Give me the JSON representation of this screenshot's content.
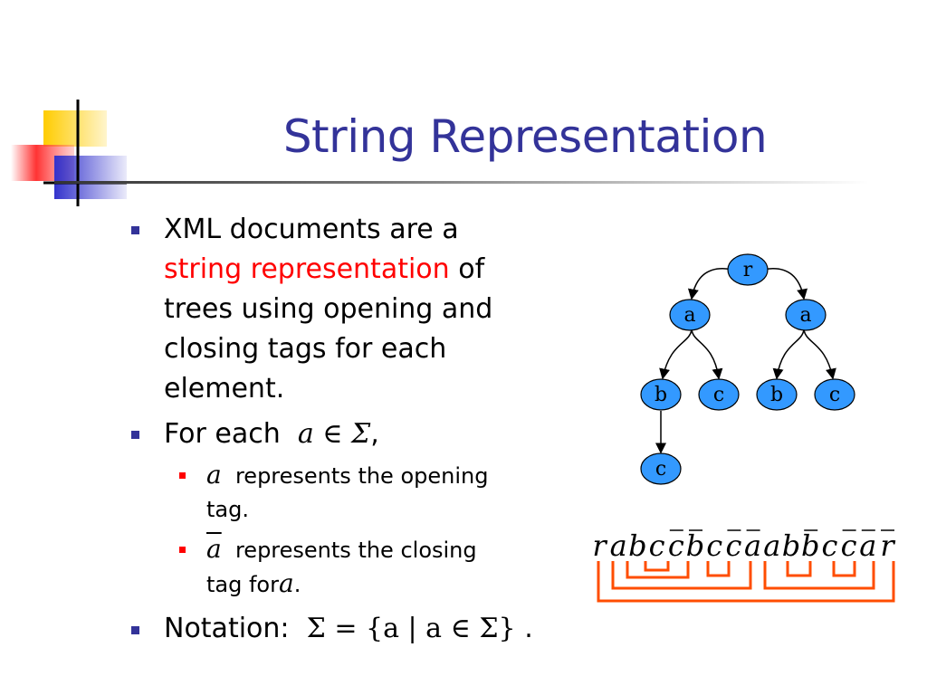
{
  "title": "String Representation",
  "bullets": {
    "b1_line1": "XML documents are a",
    "b1_red": "string representation",
    "b1_after": " of",
    "b1_line3": "trees using opening and",
    "b1_line4": "closing tags for each",
    "b1_line5": "element.",
    "b2_prefix": "For each",
    "b2_math": "a ∈ Σ",
    "b2_suffix": ",",
    "s1_math": "a",
    "s1_text": "represents the opening",
    "s1_text2": "tag.",
    "s2_math": "a",
    "s2_text": "represents the closing",
    "s2_text3": "tag for",
    "s2_math2": "a",
    "s2_end": ".",
    "b3_prefix": "Notation:",
    "b3_math": "Σ = {a | a ∈ Σ}",
    "b3_end": "."
  },
  "tree": {
    "nodes": {
      "root": "r",
      "a1": "a",
      "a2": "a",
      "b1": "b",
      "c1": "c",
      "b2": "b",
      "c2": "c",
      "c3": "c"
    }
  },
  "string": {
    "symbols": [
      "r",
      "a",
      "b",
      "c",
      "c",
      "b",
      "c",
      "c",
      "a",
      "a",
      "b",
      "b",
      "c",
      "c",
      "a",
      "r"
    ],
    "overlined": [
      false,
      false,
      false,
      false,
      true,
      true,
      false,
      true,
      true,
      false,
      false,
      true,
      false,
      true,
      true,
      true
    ]
  },
  "colors": {
    "title": "#333399",
    "accent": "#ff0000",
    "bracket": "#ff4d00",
    "node_fill": "#3399ff",
    "bullet": "#333399"
  },
  "icons": [
    "corner-logo-icon",
    "bullet-square-icon",
    "arrow-icon"
  ]
}
